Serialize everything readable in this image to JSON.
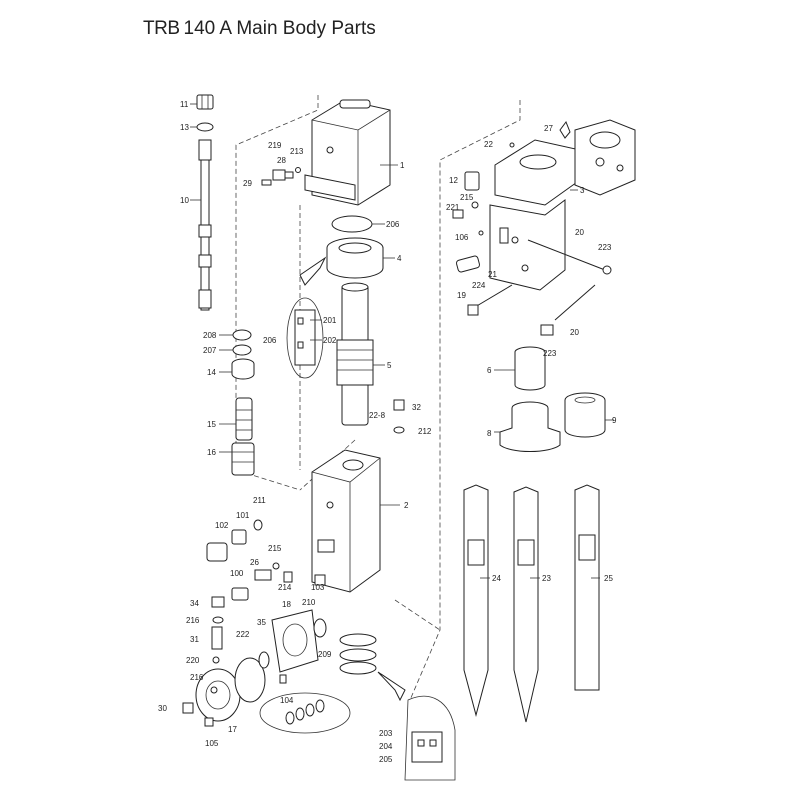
{
  "title": {
    "model": "TRB",
    "text": "140 A  Main Body Parts"
  },
  "callouts": {
    "c1": "1",
    "c2": "2",
    "c3": "3",
    "c4": "4",
    "c5": "5",
    "c6": "6",
    "c8": "8",
    "c9": "9",
    "c10": "10",
    "c11": "11",
    "c12": "12",
    "c13": "13",
    "c14": "14",
    "c15": "15",
    "c16": "16",
    "c17": "17",
    "c18": "18",
    "c19": "19",
    "c20a": "20",
    "c20b": "20",
    "c21": "21",
    "c22": "22",
    "c23": "23",
    "c24": "24",
    "c25": "25",
    "c26": "26",
    "c27": "27",
    "c28": "28",
    "c29": "29",
    "c30": "30",
    "c31": "31",
    "c32": "32",
    "c34": "34",
    "c35": "35",
    "c100": "100",
    "c101": "101",
    "c102": "102",
    "c103": "103",
    "c104": "104",
    "c105": "105",
    "c106": "106",
    "c201": "201",
    "c202": "202",
    "c203": "203",
    "c204": "204",
    "c205": "205",
    "c206a": "206",
    "c206b": "206",
    "c207": "207",
    "c208": "208",
    "c209": "209",
    "c210": "210",
    "c211": "211",
    "c212": "212",
    "c213": "213",
    "c214": "214",
    "c215a": "215",
    "c215b": "215",
    "c216a": "216",
    "c216b": "216",
    "c219": "219",
    "c220": "220",
    "c221": "221",
    "c222": "222",
    "c223a": "223",
    "c223b": "223",
    "c224": "224",
    "c228": "22-8"
  }
}
